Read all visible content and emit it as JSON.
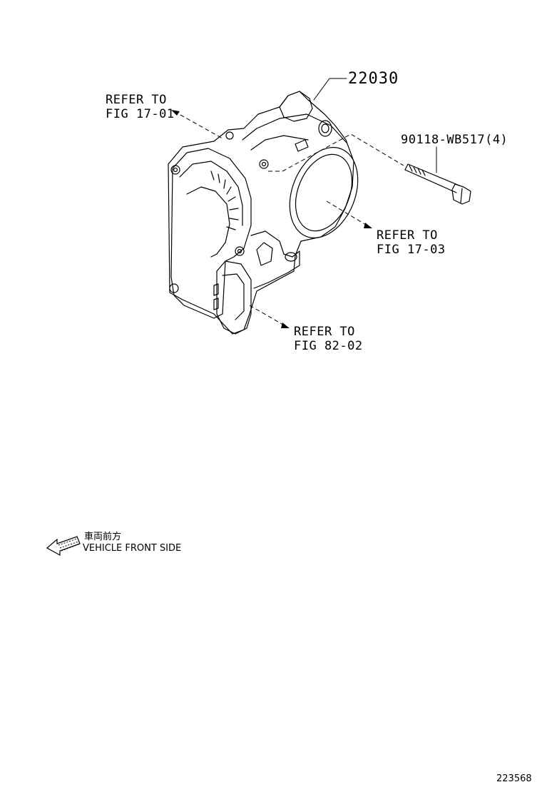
{
  "callouts": {
    "part_main": "22030",
    "bolt": "90118-WB517(4)",
    "ref_top_line1": "REFER TO",
    "ref_top_line2": "FIG 17-01",
    "ref_right_line1": "REFER TO",
    "ref_right_line2": "FIG 17-03",
    "ref_bottom_line1": "REFER TO",
    "ref_bottom_line2": "FIG 82-02"
  },
  "legend": {
    "japanese": "車両前方",
    "english": "VEHICLE FRONT SIDE",
    "icon": "front-arrow-icon"
  },
  "footer": {
    "illustration_number": "223568"
  }
}
